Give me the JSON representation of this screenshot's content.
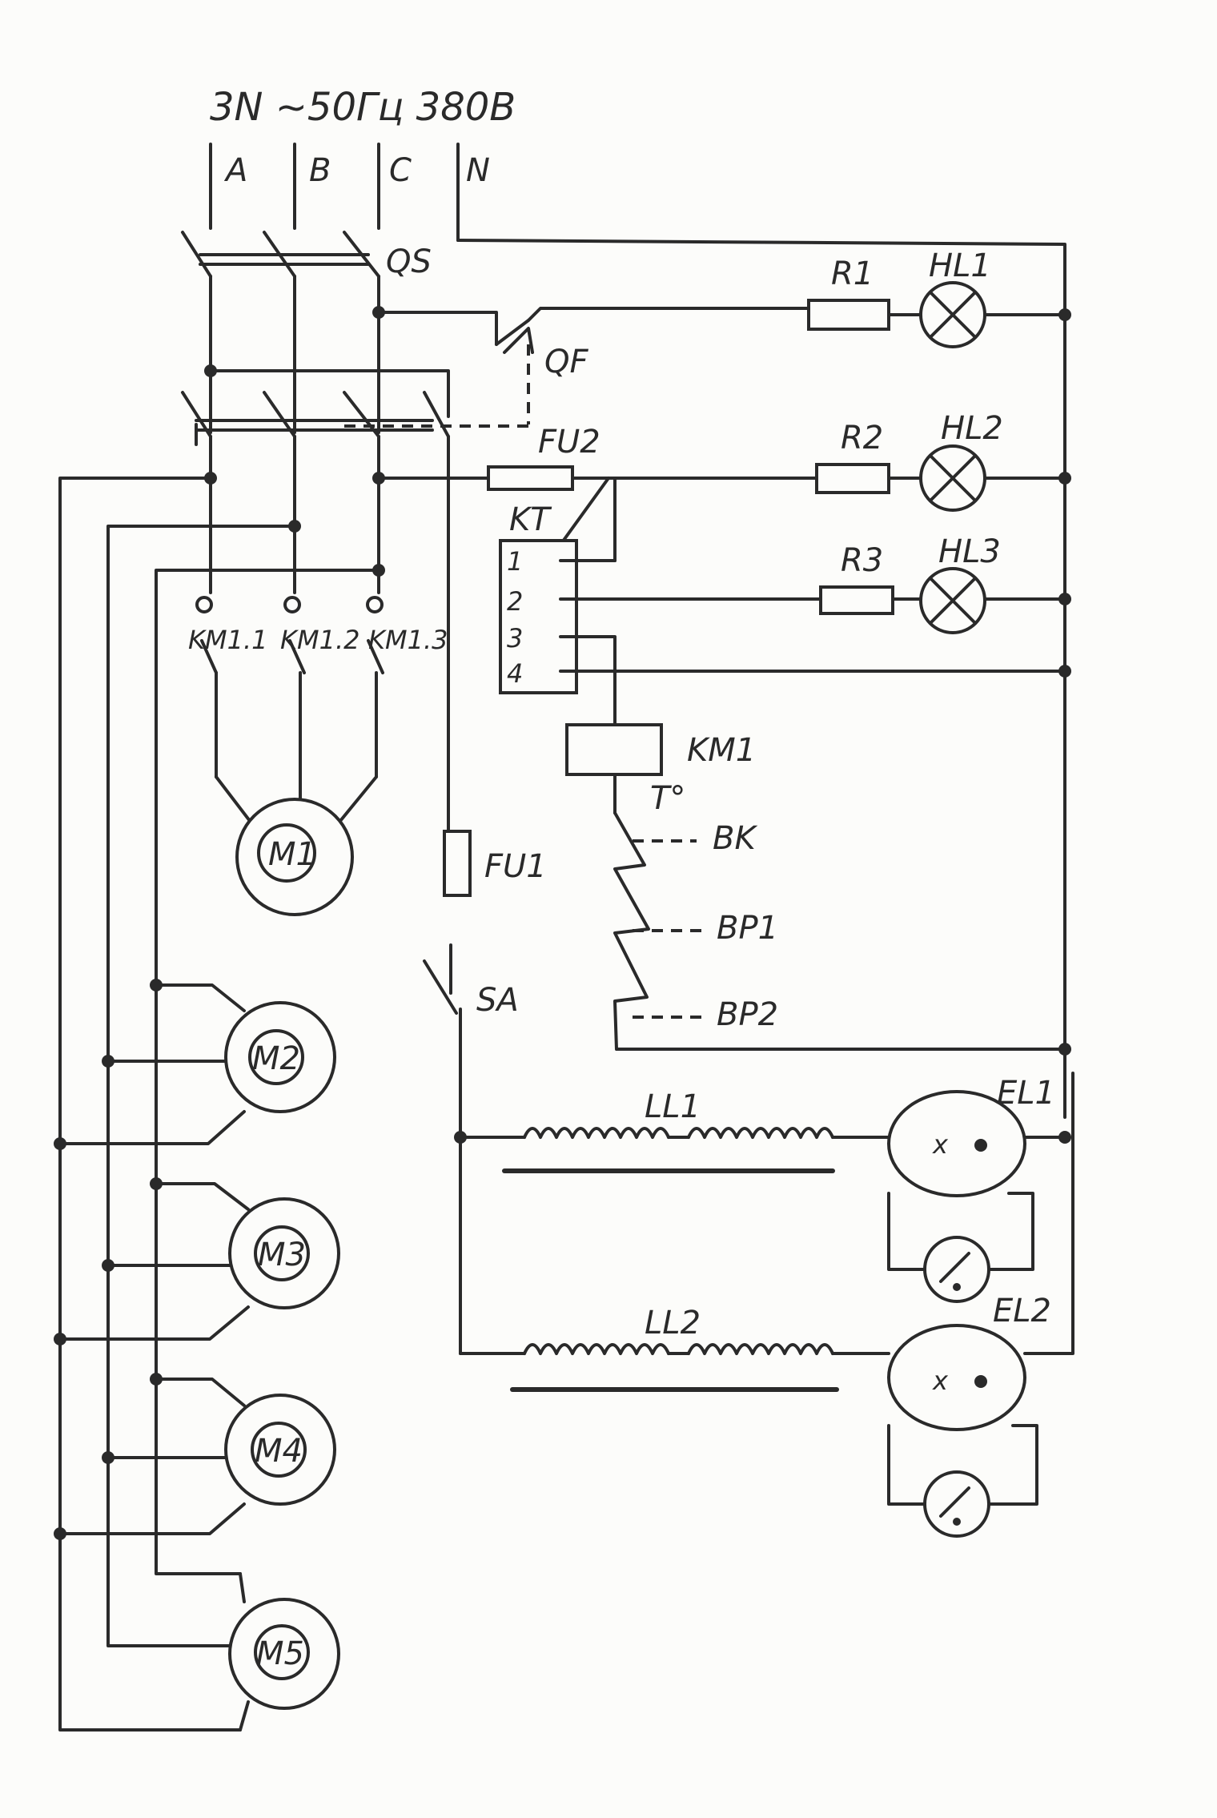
{
  "title": "3N ~50Гц 380В",
  "phases": {
    "a": "A",
    "b": "B",
    "c": "C",
    "n": "N"
  },
  "switch_qs": "QS",
  "breaker_qf": "QF",
  "fuse_fu2": "FU2",
  "fuse_fu1": "FU1",
  "switch_sa": "SA",
  "timer": {
    "label": "KT",
    "pins": [
      "1",
      "2",
      "3",
      "4"
    ]
  },
  "contactor_coil": "KM1",
  "contacts": [
    "KM1.1",
    "KM1.2",
    "KM1.3"
  ],
  "resistors": [
    "R1",
    "R2",
    "R3"
  ],
  "lamps": [
    "HL1",
    "HL2",
    "HL3"
  ],
  "temperature_mark": "T°",
  "sensors": [
    "BK",
    "BP1",
    "BP2"
  ],
  "motors": [
    "M1",
    "M2",
    "M3",
    "M4",
    "M5"
  ],
  "ballasts": [
    "LL1",
    "LL2"
  ],
  "fluorescent_lamps": [
    "EL1",
    "EL2"
  ],
  "starter_mark": "x"
}
